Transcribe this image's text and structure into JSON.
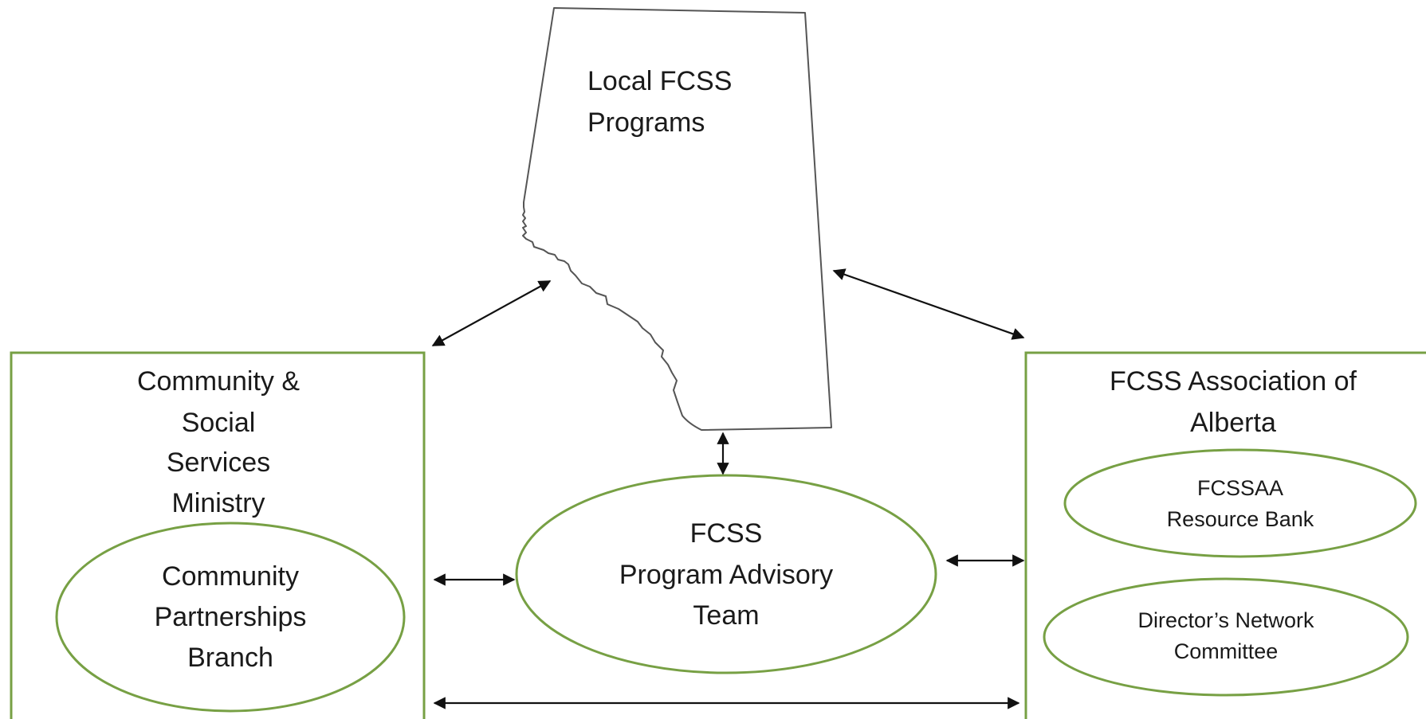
{
  "colors": {
    "box_border": "#77a044",
    "ellipse_border": "#77a044",
    "map_outline": "#555555",
    "arrow": "#111111",
    "text": "#1a1a1a",
    "background": "#ffffff"
  },
  "local_programs": {
    "line1": "Local FCSS",
    "line2": "Programs"
  },
  "ministry": {
    "line1": "Community &",
    "line2": "Social",
    "line3": "Services",
    "line4": "Ministry",
    "branch": {
      "line1": "Community",
      "line2": "Partnerships",
      "line3": "Branch"
    }
  },
  "advisory_team": {
    "line1": "FCSS",
    "line2": "Program Advisory",
    "line3": "Team"
  },
  "association": {
    "line1": "FCSS Association of",
    "line2": "Alberta",
    "resource_bank": {
      "line1": "FCSSAA",
      "line2": "Resource Bank"
    },
    "directors_network": {
      "line1": "Director’s Network",
      "line2": "Committee"
    }
  }
}
